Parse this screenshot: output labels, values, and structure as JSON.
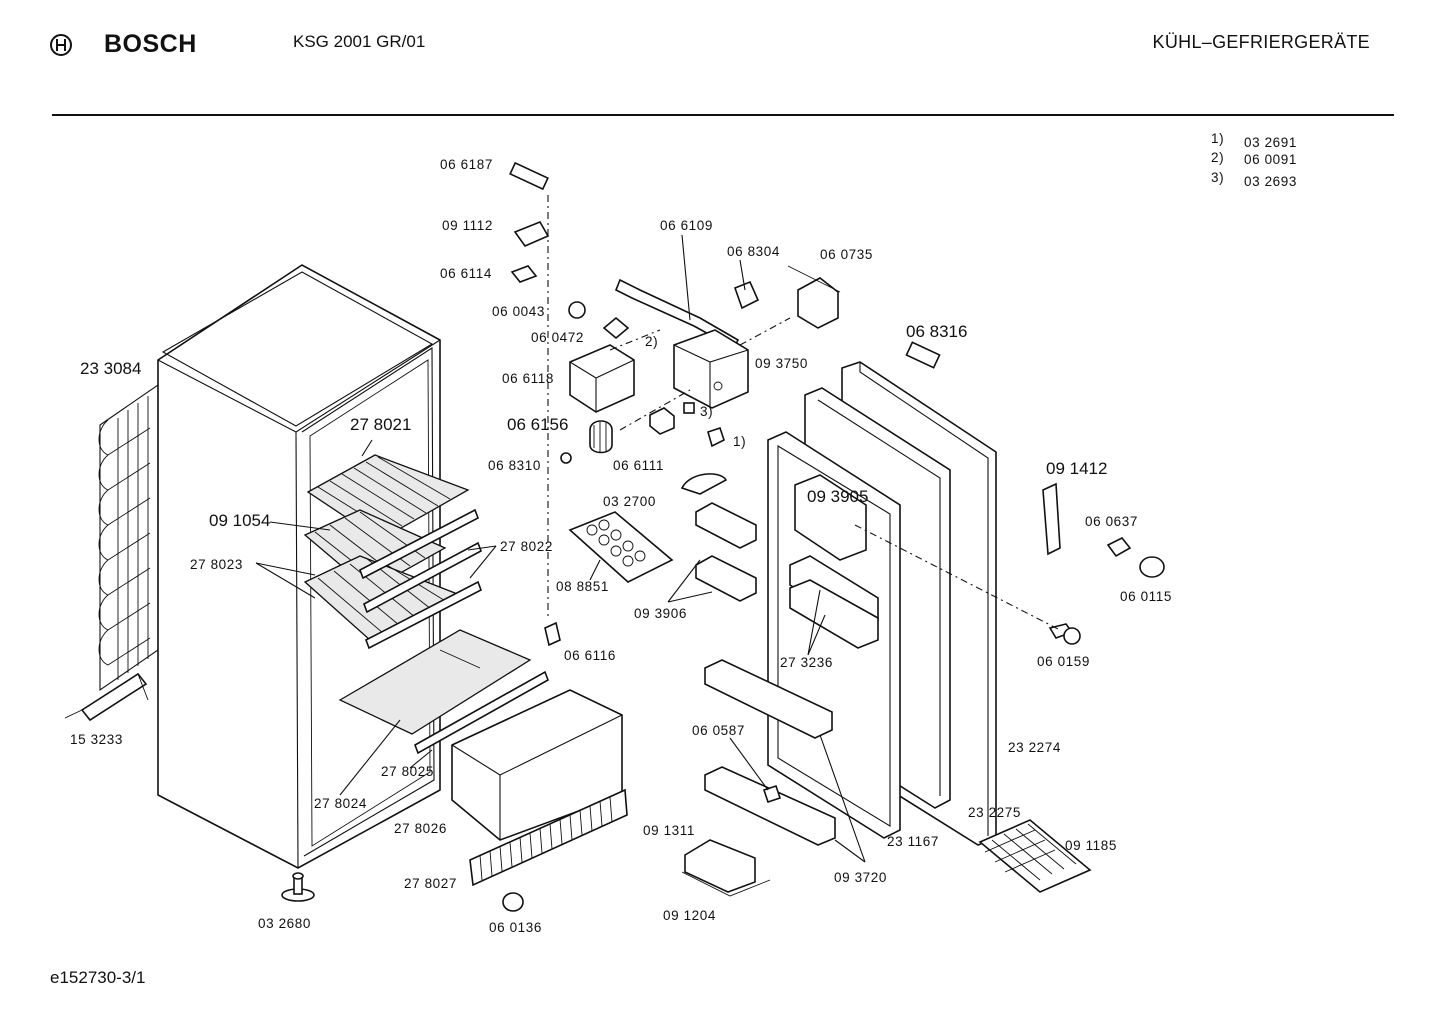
{
  "header": {
    "brand": "BOSCH",
    "model": "KSG 2001 GR/01",
    "category": "KÜHL–GEFRIERGERÄTE"
  },
  "notes": [
    {
      "key": "1)",
      "value": "03 2691"
    },
    {
      "key": "2)",
      "value": "06 0091"
    },
    {
      "key": "3)",
      "value": "03 2693"
    }
  ],
  "parts": {
    "p066187": "06 6187",
    "p091112": "09 1112",
    "p066114": "06 6114",
    "p060043": "06 0043",
    "p060472": "06 0472",
    "p066118": "06 6118",
    "p066156": "06 6156",
    "p068310": "06 8310",
    "p066111": "06 6111",
    "p032700": "03 2700",
    "p066109": "06 6109",
    "p068304": "06 8304",
    "p060735": "06 0735",
    "p093750": "09 3750",
    "p068316": "06 8316",
    "p233084": "23 3084",
    "p278021": "27 8021",
    "p091054": "09 1054",
    "p278023": "27 8023",
    "p278022": "27 8022",
    "p088851": "08 8851",
    "p093906": "09 3906",
    "p066116": "06 6116",
    "p093905": "09 3905",
    "p091412": "09 1412",
    "p060637": "06 0637",
    "p060115": "06 0115",
    "p060159": "06 0159",
    "p273236": "27 3236",
    "p232274": "23 2274",
    "p232275": "23 2275",
    "p231167": "23 1167",
    "p060587": "06 0587",
    "p091311": "09 1311",
    "p093720": "09 3720",
    "p091185": "09 1185",
    "p091204": "09 1204",
    "p153233": "15 3233",
    "p278025": "27 8025",
    "p278024": "27 8024",
    "p278026": "27 8026",
    "p278027": "27 8027",
    "p060136": "06 0136",
    "p032680": "03 2680"
  },
  "markers": {
    "m1": "1)",
    "m2": "2)",
    "m3": "3)"
  },
  "footer": {
    "drawing_id": "e152730-3/1"
  }
}
